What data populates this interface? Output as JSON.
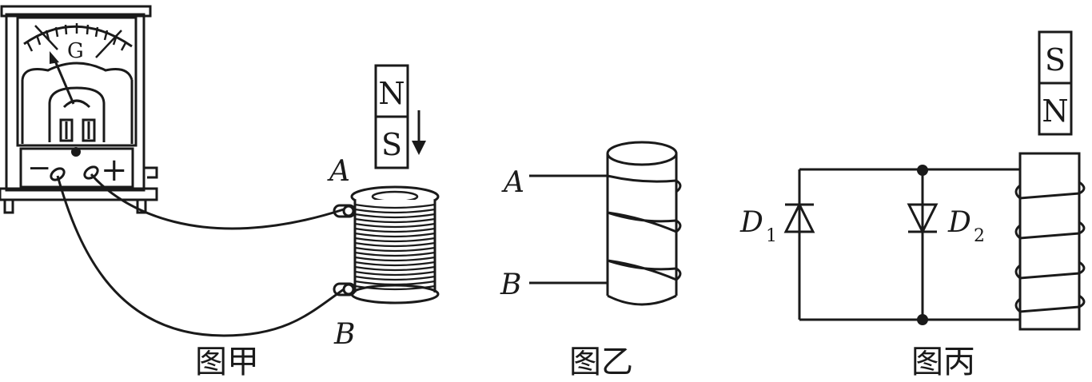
{
  "figure_a": {
    "caption": "图甲",
    "meter_label": "G",
    "minus_sign": "−",
    "plus_sign": "+",
    "magnet_top": "N",
    "magnet_bottom": "S",
    "terminal_a": "A",
    "terminal_b": "B"
  },
  "figure_b": {
    "caption": "图乙",
    "terminal_a": "A",
    "terminal_b": "B"
  },
  "figure_c": {
    "caption": "图丙",
    "magnet_top": "S",
    "magnet_bottom": "N",
    "diode1_letter": "D",
    "diode1_sub": "1",
    "diode2_letter": "D",
    "diode2_sub": "2"
  },
  "colors": {
    "ink": "#1a1a1a",
    "magnet_shade": "#d4d4d4"
  }
}
